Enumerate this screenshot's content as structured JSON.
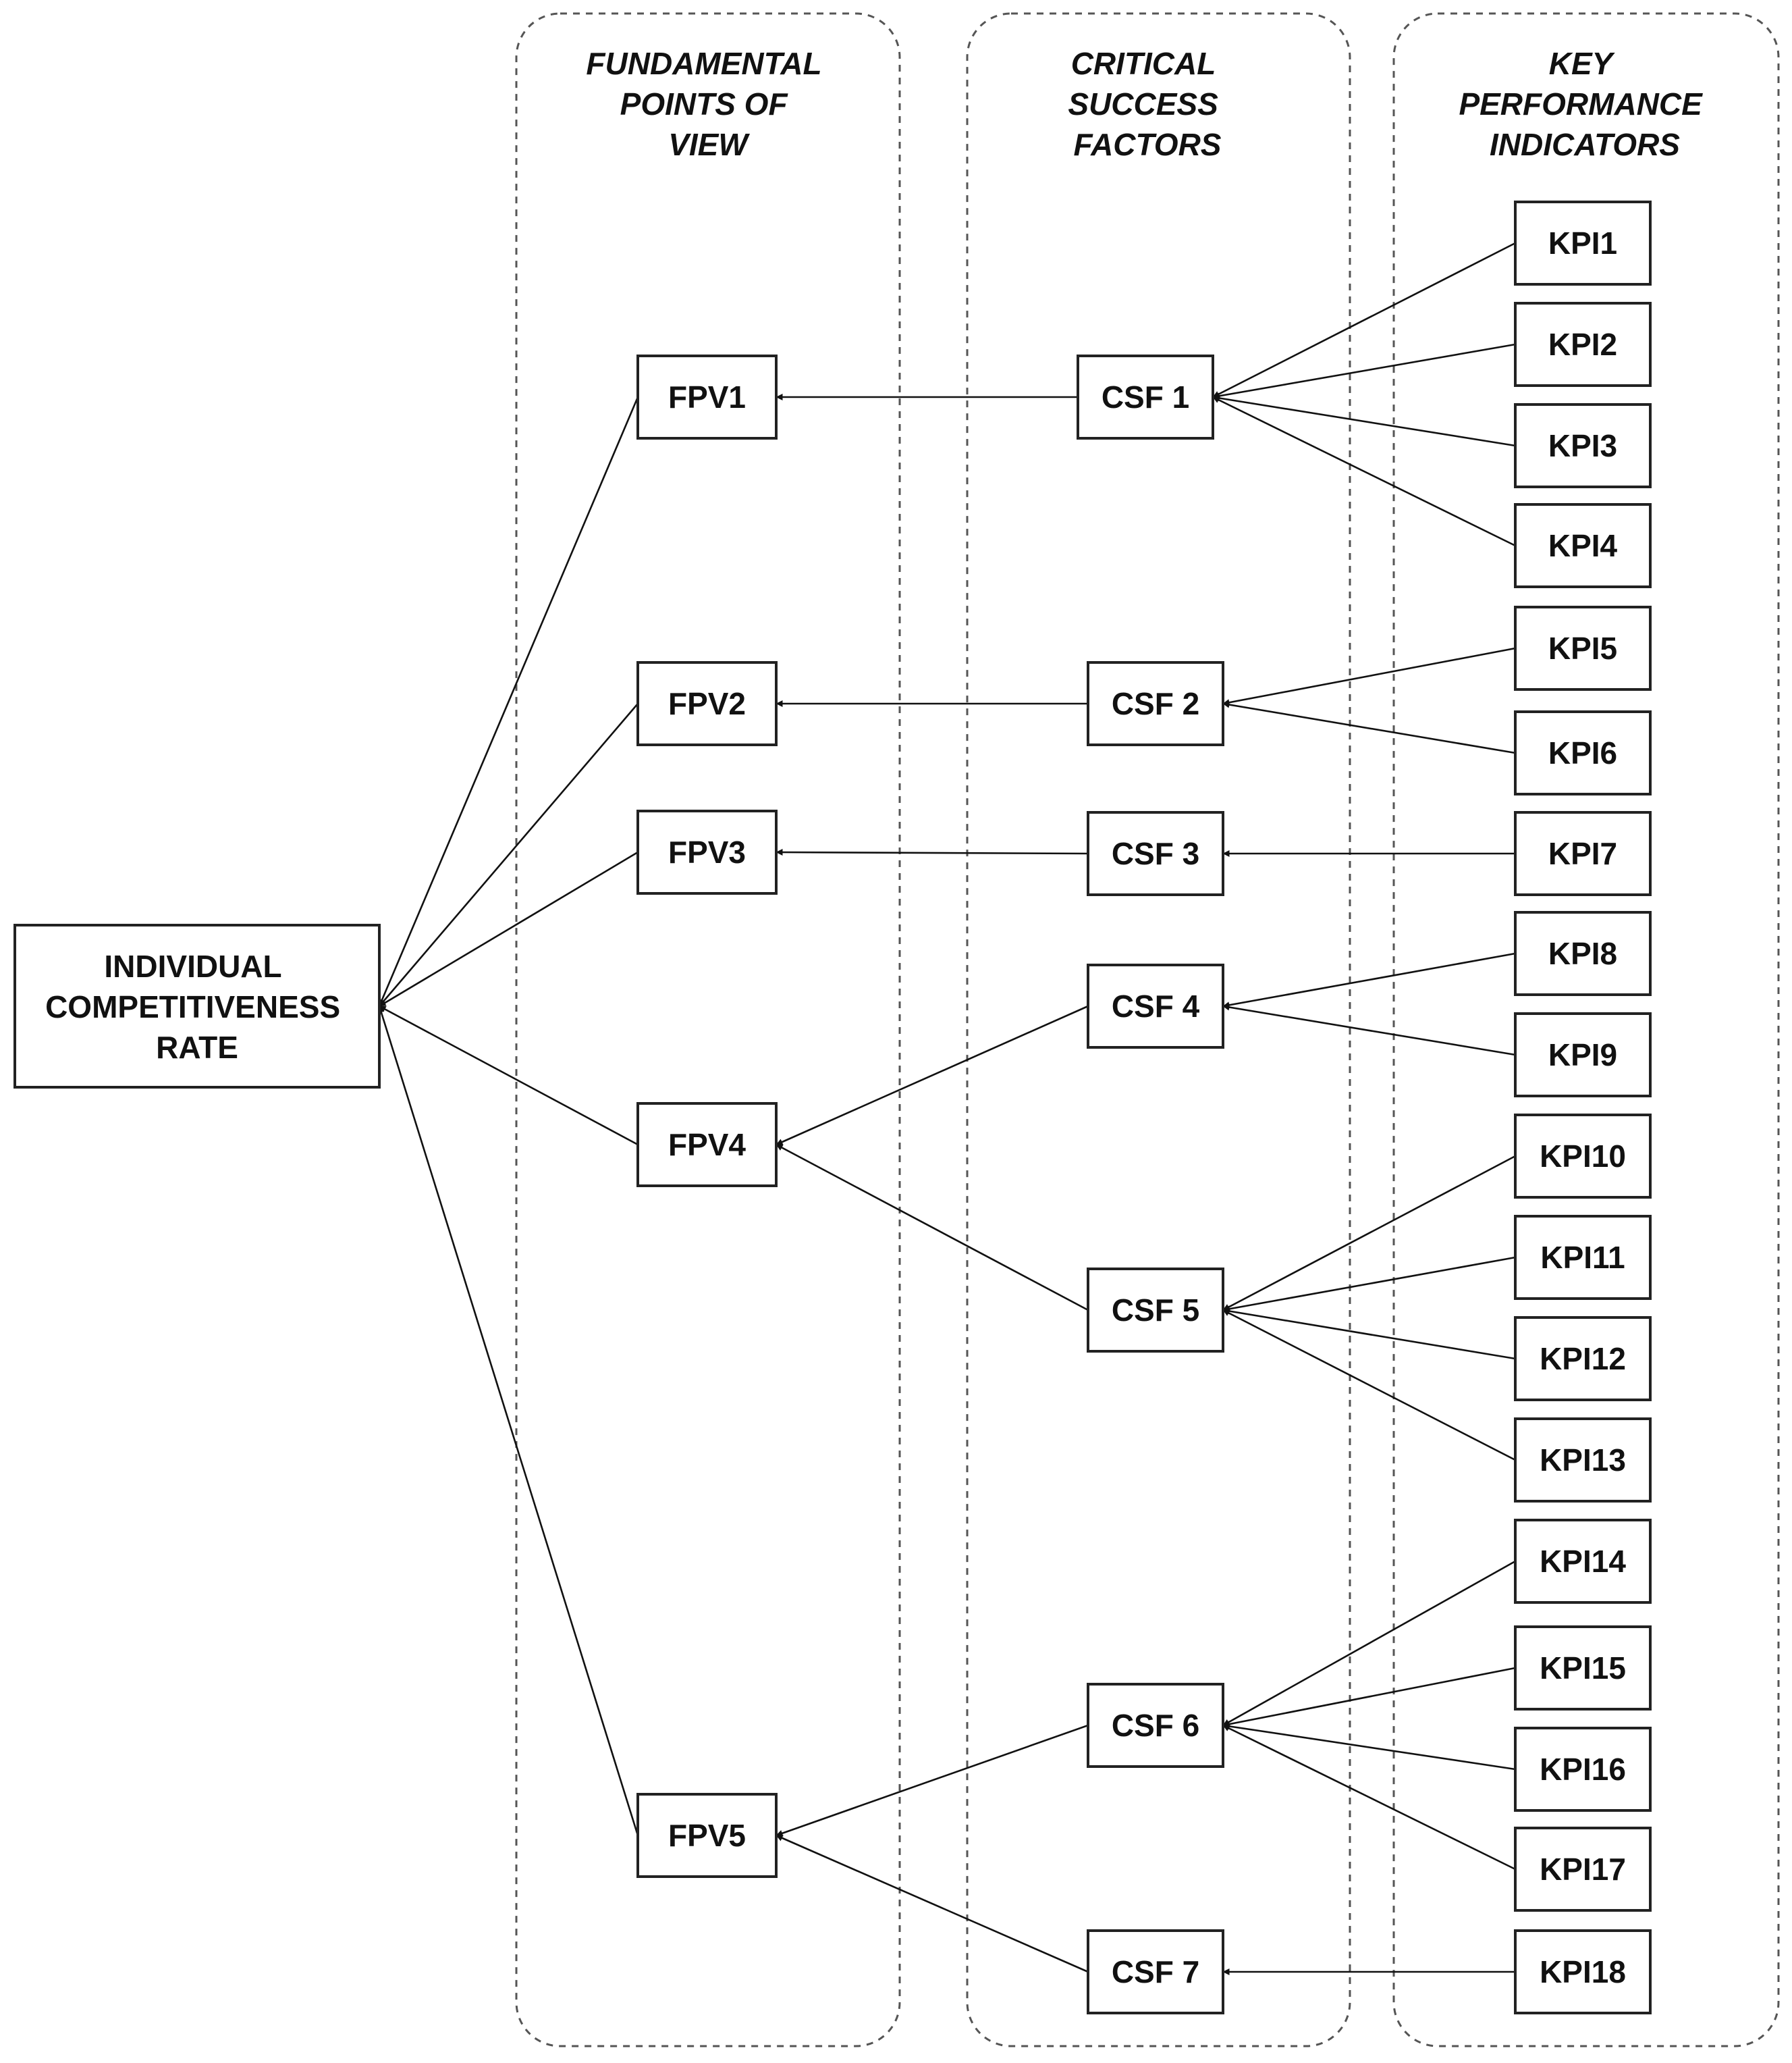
{
  "columns": {
    "fpv": {
      "title": [
        "FUNDAMENTAL",
        "POINTS OF",
        "VIEW"
      ]
    },
    "csf": {
      "title": [
        "CRITICAL",
        "SUCCESS",
        "FACTORS"
      ]
    },
    "kpi": {
      "title": [
        "KEY",
        "PERFORMANCE",
        "INDICATORS"
      ]
    }
  },
  "root": {
    "id": "icr",
    "lines": [
      "INDIVIDUAL",
      "COMPETITIVENESS",
      "RATE"
    ]
  },
  "fpv": [
    {
      "id": "fpv1",
      "label": "FPV1"
    },
    {
      "id": "fpv2",
      "label": "FPV2"
    },
    {
      "id": "fpv3",
      "label": "FPV3"
    },
    {
      "id": "fpv4",
      "label": "FPV4"
    },
    {
      "id": "fpv5",
      "label": "FPV5"
    }
  ],
  "csf": [
    {
      "id": "csf1",
      "label": "CSF 1",
      "parent": "fpv1"
    },
    {
      "id": "csf2",
      "label": "CSF 2",
      "parent": "fpv2"
    },
    {
      "id": "csf3",
      "label": "CSF 3",
      "parent": "fpv3"
    },
    {
      "id": "csf4",
      "label": "CSF 4",
      "parent": "fpv4"
    },
    {
      "id": "csf5",
      "label": "CSF 5",
      "parent": "fpv4"
    },
    {
      "id": "csf6",
      "label": "CSF 6",
      "parent": "fpv5"
    },
    {
      "id": "csf7",
      "label": "CSF 7",
      "parent": "fpv5"
    }
  ],
  "kpi": [
    {
      "id": "kpi1",
      "label": "KPI1",
      "parent": "csf1"
    },
    {
      "id": "kpi2",
      "label": "KPI2",
      "parent": "csf1"
    },
    {
      "id": "kpi3",
      "label": "KPI3",
      "parent": "csf1"
    },
    {
      "id": "kpi4",
      "label": "KPI4",
      "parent": "csf1"
    },
    {
      "id": "kpi5",
      "label": "KPI5",
      "parent": "csf2"
    },
    {
      "id": "kpi6",
      "label": "KPI6",
      "parent": "csf2"
    },
    {
      "id": "kpi7",
      "label": "KPI7",
      "parent": "csf3"
    },
    {
      "id": "kpi8",
      "label": "KPI8",
      "parent": "csf4"
    },
    {
      "id": "kpi9",
      "label": "KPI9",
      "parent": "csf4"
    },
    {
      "id": "kpi10",
      "label": "KPI10",
      "parent": "csf5"
    },
    {
      "id": "kpi11",
      "label": "KPI11",
      "parent": "csf5"
    },
    {
      "id": "kpi12",
      "label": "KPI12",
      "parent": "csf5"
    },
    {
      "id": "kpi13",
      "label": "KPI13",
      "parent": "csf5"
    },
    {
      "id": "kpi14",
      "label": "KPI14",
      "parent": "csf6"
    },
    {
      "id": "kpi15",
      "label": "KPI15",
      "parent": "csf6"
    },
    {
      "id": "kpi16",
      "label": "KPI16",
      "parent": "csf6"
    },
    {
      "id": "kpi17",
      "label": "KPI17",
      "parent": "csf6"
    },
    {
      "id": "kpi18",
      "label": "KPI18",
      "parent": "csf7"
    }
  ]
}
